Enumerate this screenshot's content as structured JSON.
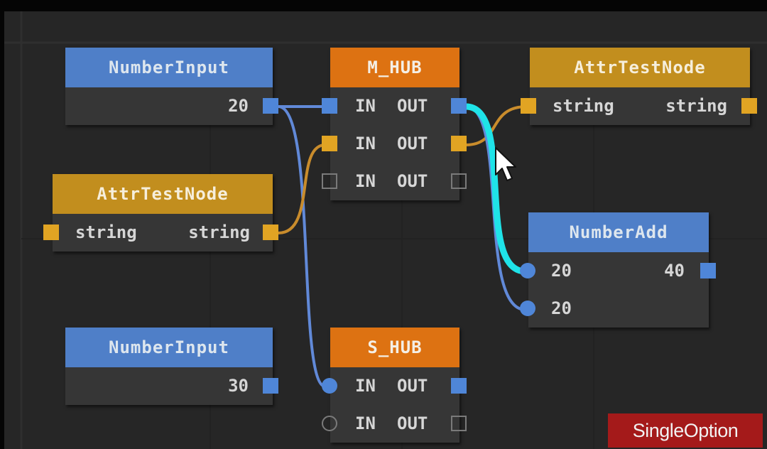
{
  "colors": {
    "canvas_bg": "#262626",
    "node_body": "#363636",
    "title_blue": "#4f7fc8",
    "title_orange": "#dd7212",
    "title_gold": "#c28e1e",
    "port_blue": "#4f86d8",
    "port_gold": "#e1a423",
    "wire_blue": "#6189d8",
    "wire_gold": "#c98c2c",
    "wire_selected": "#1fe3e8",
    "badge_bg": "#a41a1a"
  },
  "nodes": {
    "number_input_1": {
      "title": "NumberInput",
      "value": "20"
    },
    "attr_test_1": {
      "title": "AttrTestNode",
      "in_label": "string",
      "out_label": "string"
    },
    "number_input_2": {
      "title": "NumberInput",
      "value": "30"
    },
    "m_hub": {
      "title": "M_HUB",
      "rows": [
        {
          "in": "IN",
          "out": "OUT"
        },
        {
          "in": "IN",
          "out": "OUT"
        },
        {
          "in": "IN",
          "out": "OUT"
        }
      ]
    },
    "s_hub": {
      "title": "S_HUB",
      "rows": [
        {
          "in": "IN",
          "out": "OUT"
        },
        {
          "in": "IN",
          "out": "OUT"
        }
      ]
    },
    "attr_test_2": {
      "title": "AttrTestNode",
      "in_label": "string",
      "out_label": "string"
    },
    "number_add": {
      "title": "NumberAdd",
      "input_a": "20",
      "input_b": "20",
      "output": "40"
    }
  },
  "badge": {
    "label": "SingleOption"
  },
  "icons": {
    "cursor": "mouse-pointer-icon"
  }
}
